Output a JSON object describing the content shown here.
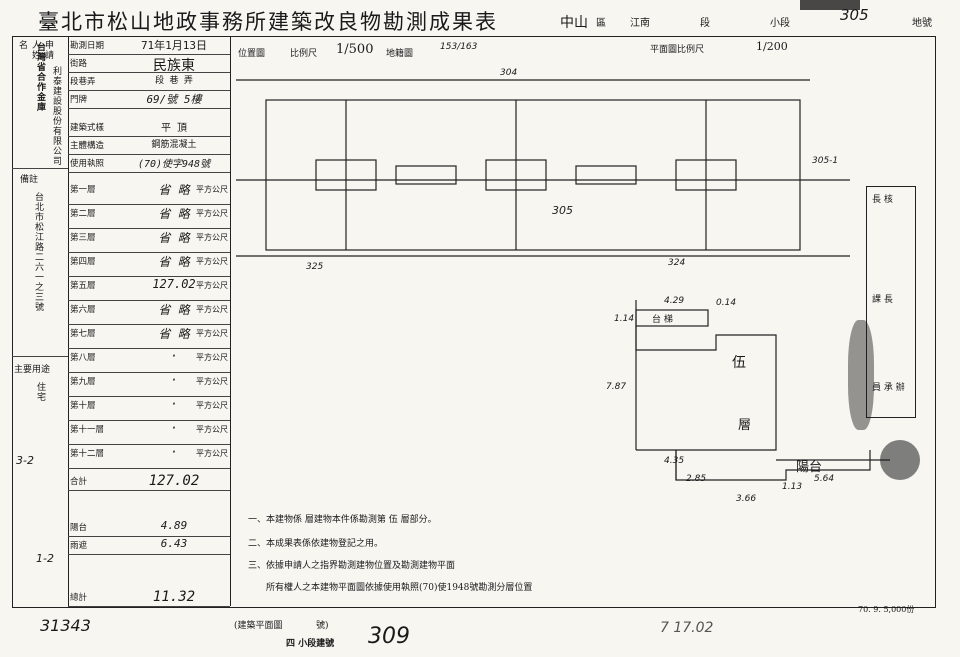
{
  "header": {
    "title": "臺北市松山地政事務所建築改良物勘測成果表",
    "district": "中山",
    "district_suffix": "區",
    "section": "江南",
    "section_suffix": "段",
    "subsection_suffix": "小段",
    "parcel": "305",
    "parcel_suffix": "地號"
  },
  "left": {
    "applicant_label": "申請人姓名",
    "applicant_value": "台灣省合作金庫",
    "owner_label": "利泰建設股份有限公司",
    "remark_label": "備註",
    "remark_value": "台北市松江路二六一之三號",
    "usage_label": "主要用途",
    "usage_value": "住宅",
    "stamp_a": "3-2",
    "stamp_b": "1-2"
  },
  "form": {
    "date_label": "勘測日期",
    "date_value": "71年1月13日",
    "road_label": "街路",
    "road_value": "民族東",
    "lane_label": "段巷弄",
    "lane_value": "段  巷  弄",
    "number_label": "門牌",
    "number_value": "69/號 5樓",
    "style_label": "建築式樣",
    "style_value": "平  頂",
    "structure_label": "主體構造",
    "structure_value": "鋼筋混凝土",
    "permit_label": "使用執照",
    "permit_value": "(70)使字948號",
    "floors": [
      {
        "label": "第一層",
        "value": "省 略"
      },
      {
        "label": "第二層",
        "value": "省 略"
      },
      {
        "label": "第三層",
        "value": "省 略"
      },
      {
        "label": "第四層",
        "value": "省 略"
      },
      {
        "label": "第五層",
        "value": "127.02"
      },
      {
        "label": "第六層",
        "value": "省 略"
      },
      {
        "label": "第七層",
        "value": "省 略"
      },
      {
        "label": "第八層",
        "value": "·"
      },
      {
        "label": "第九層",
        "value": "·"
      },
      {
        "label": "第十層",
        "value": "·"
      },
      {
        "label": "第十一層",
        "value": "·"
      },
      {
        "label": "第十二層",
        "value": "·"
      }
    ],
    "unit": "平方公尺",
    "total_label": "合計",
    "total_value": "127.02",
    "balcony_label": "陽台",
    "balcony_value": "4.89",
    "eaves_label": "雨遮",
    "eaves_value": "6.43",
    "grand_label": "總計",
    "grand_value": "11.32",
    "doc_no": "31343"
  },
  "plan": {
    "location_label": "位置圖",
    "scale_label": "比例尺",
    "scale_value": "1/500",
    "map_label": "地籍圖",
    "map_value": "153/163",
    "floorplan_scale_label": "平面圖比例尺",
    "floorplan_scale_value": "1/200",
    "lot_top": "304",
    "lot_center": "305",
    "lot_right": "305-1",
    "lot_bottom_left": "325",
    "lot_bottom_right": "324",
    "dim_top": "4.29",
    "dim_top2": "0.14",
    "dim_left": "1.14",
    "dim_height": "7.87",
    "dim_bottom": "4.35",
    "dim_step": "2.85",
    "dim_base": "3.66",
    "dim_balcony_h": "1.13",
    "dim_balcony_w": "5.64",
    "room_text1": "伍",
    "room_text2": "層",
    "balcony_text": "陽台",
    "stairs_text": "台 梯"
  },
  "notes": {
    "line1": "一、本建物係  層建物本件係勘測第  伍  層部分。",
    "line2": "二、本成果表係依建物登記之用。",
    "line3": "三、依據申請人之指界勘測建物位置及勘測建物平面",
    "line4": "所有權人之本建物平面圖依據使用執照(70)使1948號勘測分層位置"
  },
  "footer": {
    "left_code": "31343",
    "label1": "(建築平面圖",
    "label2": "號)",
    "stamp": "四 小段建號",
    "building_no": "309",
    "right_note": "7 17.02",
    "version": "70. 9. 5,000份"
  },
  "side": {
    "stamp_top": "長 核",
    "stamp_mid": "課 長",
    "stamp_bottom": "員 承 辦"
  }
}
